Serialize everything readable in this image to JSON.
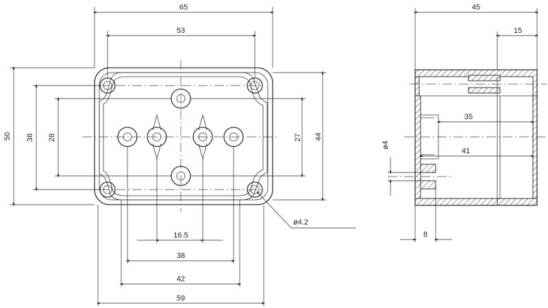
{
  "dimensions": {
    "front": {
      "width_overall": "65",
      "width_hole_spacing": "53",
      "height_overall": "50",
      "height_inner": "38",
      "height_gland": "28",
      "height_right_inner": "27",
      "height_right_overall": "44",
      "bottom_hole_spacing": "16.5",
      "bottom_38": "38",
      "bottom_42": "42",
      "bottom_overall": "59",
      "hole_diameter": "ø4.2"
    },
    "side": {
      "depth_overall": "45",
      "lid_depth": "15",
      "inner_35": "35",
      "inner_41": "41",
      "screw_diameter": "ø4",
      "base_thickness": "8"
    }
  }
}
